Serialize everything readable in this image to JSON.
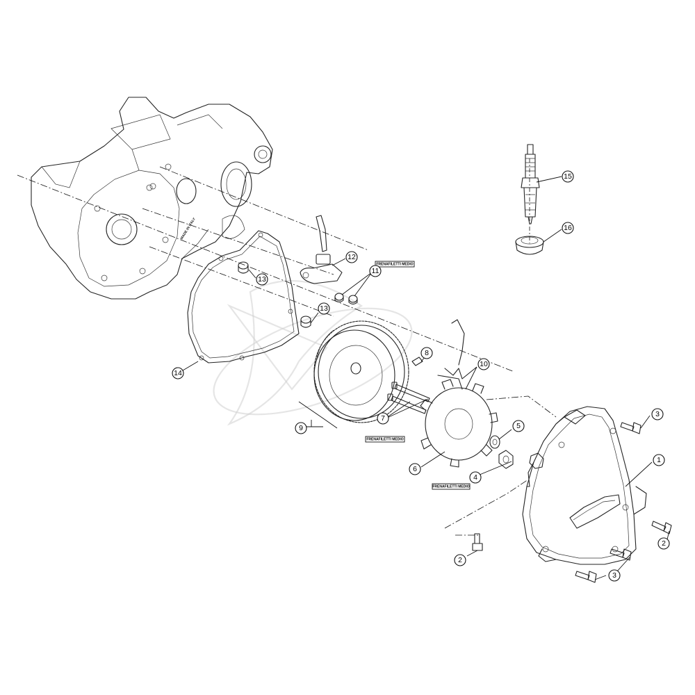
{
  "callouts": [
    {
      "id": "c1",
      "label": "1"
    },
    {
      "id": "c2a",
      "label": "2"
    },
    {
      "id": "c2b",
      "label": "2"
    },
    {
      "id": "c3a",
      "label": "3"
    },
    {
      "id": "c3b",
      "label": "3"
    },
    {
      "id": "c4",
      "label": "4"
    },
    {
      "id": "c5",
      "label": "5"
    },
    {
      "id": "c6",
      "label": "6"
    },
    {
      "id": "c7",
      "label": "7"
    },
    {
      "id": "c8",
      "label": "8"
    },
    {
      "id": "c9",
      "label": "9"
    },
    {
      "id": "c10",
      "label": "10"
    },
    {
      "id": "c11",
      "label": "11"
    },
    {
      "id": "c12",
      "label": "12"
    },
    {
      "id": "c13a",
      "label": "13"
    },
    {
      "id": "c13b",
      "label": "13"
    },
    {
      "id": "c14",
      "label": "14"
    },
    {
      "id": "c15",
      "label": "15"
    },
    {
      "id": "c16",
      "label": "16"
    }
  ],
  "notes": [
    {
      "id": "n1",
      "text": "FRENAFILETTI MEDIO"
    },
    {
      "id": "n2",
      "text": "FRENAFILETTI MEDIO"
    },
    {
      "id": "n3",
      "text": "FRENAFILETTI MEDIO"
    }
  ],
  "crankcase_marking": "MADE IN ITALY"
}
